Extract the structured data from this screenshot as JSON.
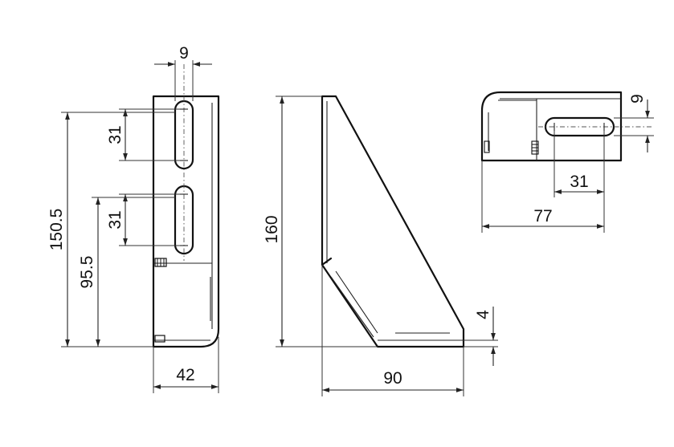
{
  "dimensions": {
    "slot_width": "9",
    "slot_length_upper": "31",
    "slot_length_lower": "31",
    "overall_height_front": "150.5",
    "slot_lower_height": "95.5",
    "base_depth": "42",
    "side_height": "160",
    "side_length": "90",
    "thickness": "4",
    "top_slot_width": "9",
    "top_slot_length": "31",
    "top_length": "77"
  }
}
